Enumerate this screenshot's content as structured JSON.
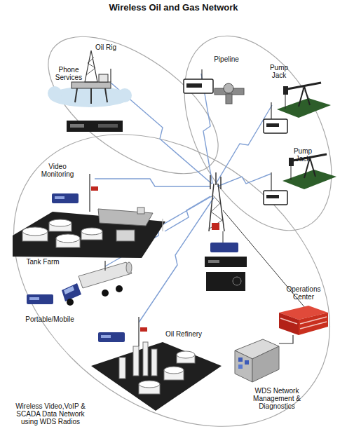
{
  "diagram": {
    "title": "Wireless Oil and Gas Network",
    "caption": "Wireless Video,VoIP & SCADA Data Network using WDS Radios",
    "nodes": [
      {
        "text": [
          "Phone Services",
          "Oil Rig"
        ]
      },
      {
        "text": [
          "Pipeline"
        ]
      },
      {
        "text": [
          "Pump Jack"
        ]
      },
      {
        "text": [
          "Pump Jack"
        ]
      },
      {
        "text": [
          "Video Monitoring",
          "Tank Farm"
        ]
      },
      {
        "text": [
          "Portable/Mobile"
        ]
      },
      {
        "text": [
          "Oil Refinery"
        ]
      },
      {
        "text": [
          "Operations Center"
        ]
      },
      {
        "text": [
          "WDS Network Management & Diagnostics"
        ]
      }
    ],
    "edges": [
      {
        "from": 8,
        "to": 7,
        "arrow": "none"
      }
    ]
  }
}
